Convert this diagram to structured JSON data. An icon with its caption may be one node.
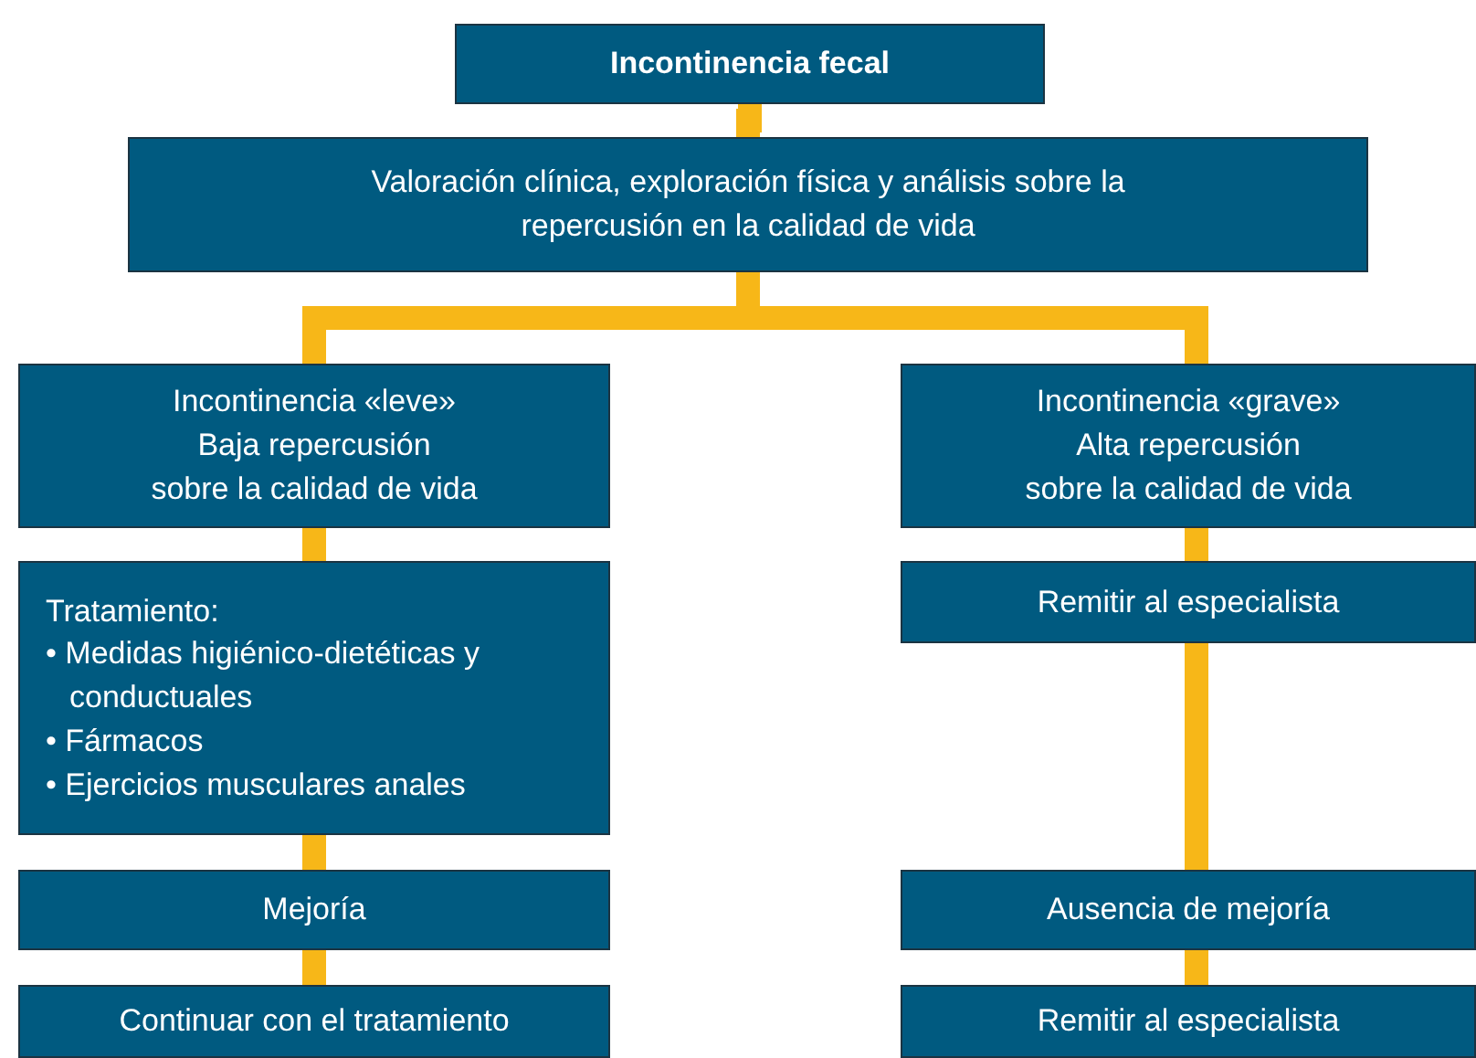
{
  "diagram": {
    "nodes": [
      {
        "text": [
          "Incontinencia fecal"
        ]
      },
      {
        "text": [
          "Valoración clínica, exploración física y análisis sobre la repercusión en la calidad de vida"
        ]
      },
      {
        "text": [
          "Incontinencia «leve»",
          "Baja repercusión",
          "sobre la calidad de vida"
        ]
      },
      {
        "text": [
          "Incontinencia «grave»",
          "Alta repercusión",
          "sobre la calidad de vida"
        ]
      },
      {
        "text": [
          "Tratamiento:",
          "• Medidas higiénico-dietéticas y conductuales",
          "• Fármacos",
          "• Ejercicios musculares anales"
        ]
      },
      {
        "text": [
          "Remitir al especialista"
        ]
      },
      {
        "text": [
          "Mejoría"
        ]
      },
      {
        "text": [
          "Ausencia de mejoría"
        ]
      },
      {
        "text": [
          "Continuar con el tratamiento"
        ]
      },
      {
        "text": [
          "Remitir al especialista"
        ]
      }
    ],
    "edges": [
      {
        "from": 0,
        "to": 1,
        "arrow": "none"
      },
      {
        "from": 1,
        "to": 2,
        "arrow": "none"
      },
      {
        "from": 1,
        "to": 3,
        "arrow": "none"
      },
      {
        "from": 2,
        "to": 4,
        "arrow": "none"
      },
      {
        "from": 4,
        "to": 6,
        "arrow": "none"
      },
      {
        "from": 6,
        "to": 8,
        "arrow": "none"
      },
      {
        "from": 3,
        "to": 5,
        "arrow": "none"
      },
      {
        "from": 5,
        "to": 7,
        "arrow": "none"
      },
      {
        "from": 7,
        "to": 9,
        "arrow": "none"
      }
    ]
  }
}
